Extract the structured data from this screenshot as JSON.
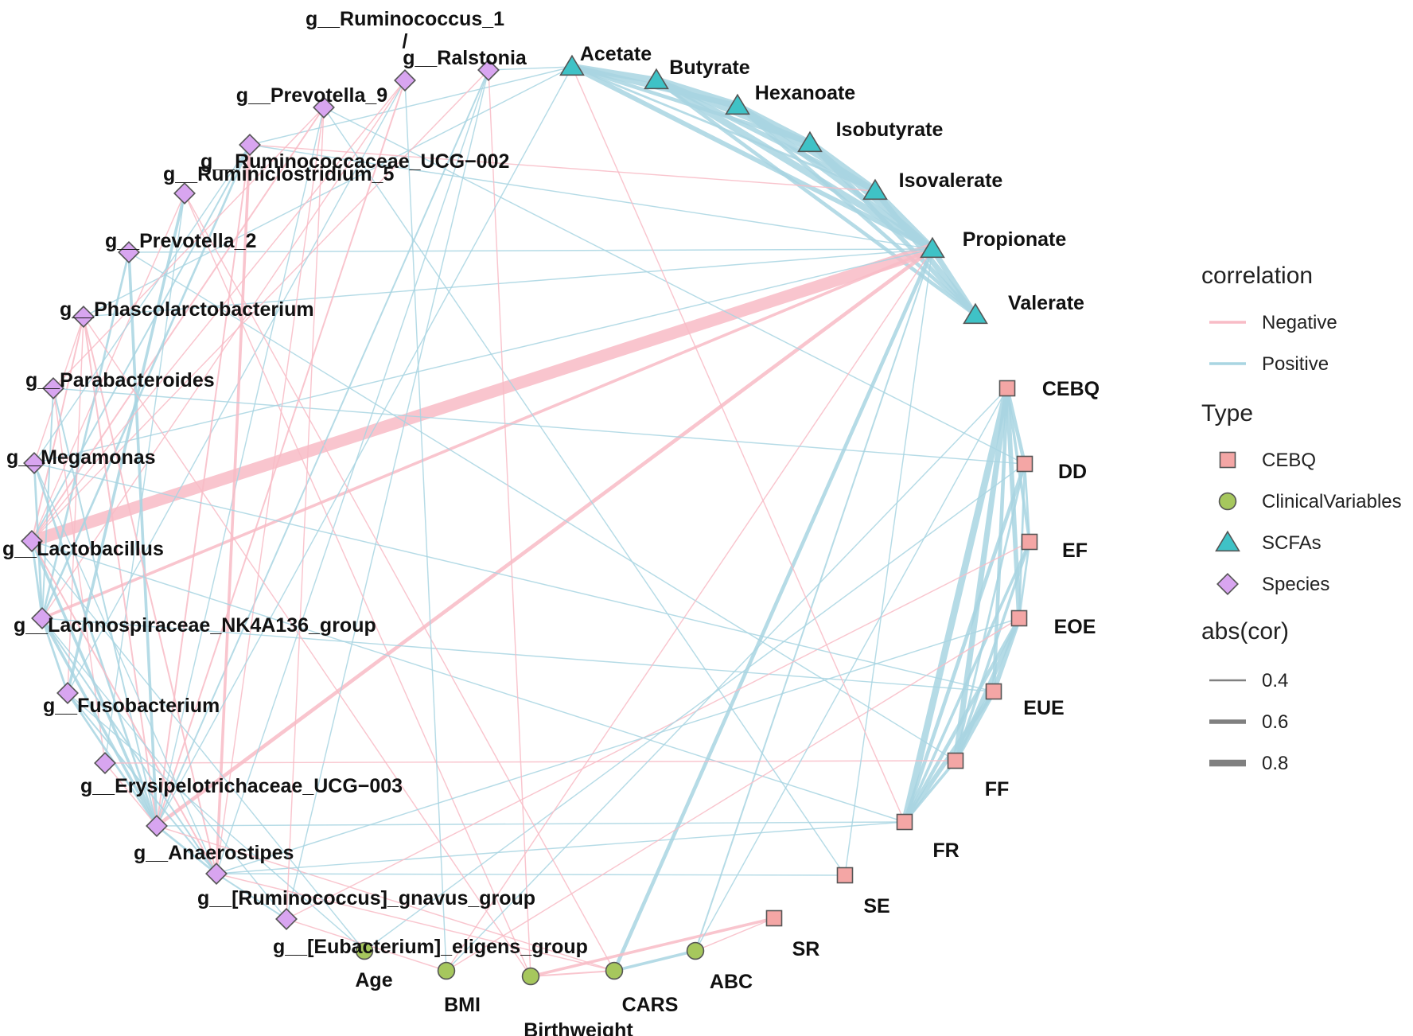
{
  "colors": {
    "negative_edge": "#f8bcc6",
    "positive_edge": "#a9d5e2",
    "node_stroke": "#555555",
    "CEBQ": "#f4a6a5",
    "ClinicalVariables": "#a6c75d",
    "SCFAs": "#3fc2c6",
    "Species": "#d8a5f0",
    "width_key": "#808080"
  },
  "legend": {
    "correlation_title": "correlation",
    "correlation_items": [
      {
        "label": "Negative",
        "sign": "neg"
      },
      {
        "label": "Positive",
        "sign": "pos"
      }
    ],
    "type_title": "Type",
    "type_items": [
      {
        "label": "CEBQ",
        "type": "CEBQ",
        "shape": "square"
      },
      {
        "label": "ClinicalVariables",
        "type": "ClinicalVariables",
        "shape": "circle"
      },
      {
        "label": "SCFAs",
        "type": "SCFAs",
        "shape": "triangle"
      },
      {
        "label": "Species",
        "type": "Species",
        "shape": "diamond"
      }
    ],
    "width_title": "abs(cor)",
    "width_items": [
      {
        "label": "0.4",
        "value": 0.4
      },
      {
        "label": "0.6",
        "value": 0.6
      },
      {
        "label": "0.8",
        "value": 0.8
      }
    ]
  },
  "nodes": [
    {
      "id": "rum1",
      "label": "g__Ruminococcus_1",
      "type": "Species",
      "label_extra": "/"
    },
    {
      "id": "ral",
      "label": "g__Ralstonia",
      "type": "Species"
    },
    {
      "id": "prev9",
      "label": "g__Prevotella_9",
      "type": "Species"
    },
    {
      "id": "rumucg",
      "label": "g__Ruminococcaceae_UCG−002",
      "type": "Species"
    },
    {
      "id": "rumin5",
      "label": "g__Ruminiclostridium_5",
      "type": "Species"
    },
    {
      "id": "prev2",
      "label": "g__Prevotella_2",
      "type": "Species"
    },
    {
      "id": "phasc",
      "label": "g__Phascolarctobacterium",
      "type": "Species"
    },
    {
      "id": "parab",
      "label": "g__Parabacteroides",
      "type": "Species"
    },
    {
      "id": "megam",
      "label": "g__Megamonas",
      "type": "Species"
    },
    {
      "id": "lacto",
      "label": "g__Lactobacillus",
      "type": "Species"
    },
    {
      "id": "lachno",
      "label": "g__Lachnospiraceae_NK4A136_group",
      "type": "Species"
    },
    {
      "id": "fuso",
      "label": "g__Fusobacterium",
      "type": "Species"
    },
    {
      "id": "erysi",
      "label": "g__Erysipelotrichaceae_UCG−003",
      "type": "Species"
    },
    {
      "id": "anaer",
      "label": "g__Anaerostipes",
      "type": "Species"
    },
    {
      "id": "gnavus",
      "label": "g__[Ruminococcus]_gnavus_group",
      "type": "Species"
    },
    {
      "id": "elig",
      "label": "g__[Eubacterium]_eligens_group",
      "type": "Species"
    },
    {
      "id": "age",
      "label": "Age",
      "type": "ClinicalVariables"
    },
    {
      "id": "bmi",
      "label": "BMI",
      "type": "ClinicalVariables"
    },
    {
      "id": "birth",
      "label": "Birthweight",
      "type": "ClinicalVariables"
    },
    {
      "id": "cars",
      "label": "CARS",
      "type": "ClinicalVariables"
    },
    {
      "id": "abc",
      "label": "ABC",
      "type": "ClinicalVariables"
    },
    {
      "id": "sr",
      "label": "SR",
      "type": "CEBQ"
    },
    {
      "id": "se",
      "label": "SE",
      "type": "CEBQ"
    },
    {
      "id": "fr",
      "label": "FR",
      "type": "CEBQ"
    },
    {
      "id": "ff",
      "label": "FF",
      "type": "CEBQ"
    },
    {
      "id": "eue",
      "label": "EUE",
      "type": "CEBQ"
    },
    {
      "id": "eoe",
      "label": "EOE",
      "type": "CEBQ"
    },
    {
      "id": "ef",
      "label": "EF",
      "type": "CEBQ"
    },
    {
      "id": "dd",
      "label": "DD",
      "type": "CEBQ"
    },
    {
      "id": "cebq",
      "label": "CEBQ",
      "type": "CEBQ"
    },
    {
      "id": "val",
      "label": "Valerate",
      "type": "SCFAs"
    },
    {
      "id": "prop",
      "label": "Propionate",
      "type": "SCFAs"
    },
    {
      "id": "isoval",
      "label": "Isovalerate",
      "type": "SCFAs"
    },
    {
      "id": "isobut",
      "label": "Isobutyrate",
      "type": "SCFAs"
    },
    {
      "id": "hex",
      "label": "Hexanoate",
      "type": "SCFAs"
    },
    {
      "id": "but",
      "label": "Butyrate",
      "type": "SCFAs"
    },
    {
      "id": "ace",
      "label": "Acetate",
      "type": "SCFAs"
    }
  ],
  "edges": [
    {
      "source": "ace",
      "target": "but",
      "sign": "pos",
      "abs_cor": 0.75
    },
    {
      "source": "ace",
      "target": "hex",
      "sign": "pos",
      "abs_cor": 0.7
    },
    {
      "source": "ace",
      "target": "isobut",
      "sign": "pos",
      "abs_cor": 0.6
    },
    {
      "source": "ace",
      "target": "prop",
      "sign": "pos",
      "abs_cor": 0.65
    },
    {
      "source": "ace",
      "target": "isoval",
      "sign": "pos",
      "abs_cor": 0.5
    },
    {
      "source": "but",
      "target": "hex",
      "sign": "pos",
      "abs_cor": 0.8
    },
    {
      "source": "but",
      "target": "isobut",
      "sign": "pos",
      "abs_cor": 0.7
    },
    {
      "source": "but",
      "target": "isoval",
      "sign": "pos",
      "abs_cor": 0.65
    },
    {
      "source": "but",
      "target": "prop",
      "sign": "pos",
      "abs_cor": 0.75
    },
    {
      "source": "but",
      "target": "val",
      "sign": "pos",
      "abs_cor": 0.6
    },
    {
      "source": "hex",
      "target": "isobut",
      "sign": "pos",
      "abs_cor": 0.75
    },
    {
      "source": "hex",
      "target": "isoval",
      "sign": "pos",
      "abs_cor": 0.7
    },
    {
      "source": "hex",
      "target": "prop",
      "sign": "pos",
      "abs_cor": 0.7
    },
    {
      "source": "hex",
      "target": "val",
      "sign": "pos",
      "abs_cor": 0.6
    },
    {
      "source": "isobut",
      "target": "isoval",
      "sign": "pos",
      "abs_cor": 0.8
    },
    {
      "source": "isobut",
      "target": "prop",
      "sign": "pos",
      "abs_cor": 0.7
    },
    {
      "source": "isobut",
      "target": "val",
      "sign": "pos",
      "abs_cor": 0.65
    },
    {
      "source": "isoval",
      "target": "prop",
      "sign": "pos",
      "abs_cor": 0.75
    },
    {
      "source": "isoval",
      "target": "val",
      "sign": "pos",
      "abs_cor": 0.7
    },
    {
      "source": "prop",
      "target": "val",
      "sign": "pos",
      "abs_cor": 0.7
    },
    {
      "source": "cebq",
      "target": "dd",
      "sign": "pos",
      "abs_cor": 0.6
    },
    {
      "source": "cebq",
      "target": "ef",
      "sign": "pos",
      "abs_cor": 0.55
    },
    {
      "source": "cebq",
      "target": "eoe",
      "sign": "pos",
      "abs_cor": 0.65
    },
    {
      "source": "cebq",
      "target": "eue",
      "sign": "pos",
      "abs_cor": 0.6
    },
    {
      "source": "cebq",
      "target": "ff",
      "sign": "pos",
      "abs_cor": 0.7
    },
    {
      "source": "cebq",
      "target": "fr",
      "sign": "pos",
      "abs_cor": 0.75
    },
    {
      "source": "dd",
      "target": "ef",
      "sign": "pos",
      "abs_cor": 0.5
    },
    {
      "source": "dd",
      "target": "eoe",
      "sign": "pos",
      "abs_cor": 0.5
    },
    {
      "source": "dd",
      "target": "fr",
      "sign": "pos",
      "abs_cor": 0.6
    },
    {
      "source": "dd",
      "target": "ff",
      "sign": "pos",
      "abs_cor": 0.5
    },
    {
      "source": "ef",
      "target": "eoe",
      "sign": "pos",
      "abs_cor": 0.5
    },
    {
      "source": "ef",
      "target": "ff",
      "sign": "pos",
      "abs_cor": 0.55
    },
    {
      "source": "ef",
      "target": "fr",
      "sign": "pos",
      "abs_cor": 0.55
    },
    {
      "source": "eoe",
      "target": "eue",
      "sign": "pos",
      "abs_cor": 0.65
    },
    {
      "source": "eoe",
      "target": "ff",
      "sign": "pos",
      "abs_cor": 0.65
    },
    {
      "source": "eoe",
      "target": "fr",
      "sign": "pos",
      "abs_cor": 0.6
    },
    {
      "source": "eue",
      "target": "ff",
      "sign": "pos",
      "abs_cor": 0.65
    },
    {
      "source": "eue",
      "target": "fr",
      "sign": "pos",
      "abs_cor": 0.65
    },
    {
      "source": "ff",
      "target": "fr",
      "sign": "pos",
      "abs_cor": 0.55
    },
    {
      "source": "lacto",
      "target": "prop",
      "sign": "neg",
      "abs_cor": 0.95
    },
    {
      "source": "lachno",
      "target": "prop",
      "sign": "neg",
      "abs_cor": 0.55
    },
    {
      "source": "anaer",
      "target": "prop",
      "sign": "neg",
      "abs_cor": 0.6
    },
    {
      "source": "cars",
      "target": "prop",
      "sign": "pos",
      "abs_cor": 0.6
    },
    {
      "source": "abc",
      "target": "prop",
      "sign": "pos",
      "abs_cor": 0.45
    },
    {
      "source": "megam",
      "target": "prop",
      "sign": "pos",
      "abs_cor": 0.4
    },
    {
      "source": "phasc",
      "target": "prop",
      "sign": "pos",
      "abs_cor": 0.4
    },
    {
      "source": "phasc",
      "target": "ace",
      "sign": "pos",
      "abs_cor": 0.4
    },
    {
      "source": "rumucg",
      "target": "ace",
      "sign": "pos",
      "abs_cor": 0.4
    },
    {
      "source": "rumucg",
      "target": "isoval",
      "sign": "neg",
      "abs_cor": 0.4
    },
    {
      "source": "rumucg",
      "target": "prop",
      "sign": "pos",
      "abs_cor": 0.4
    },
    {
      "source": "prev9",
      "target": "dd",
      "sign": "pos",
      "abs_cor": 0.4
    },
    {
      "source": "prev2",
      "target": "prop",
      "sign": "pos",
      "abs_cor": 0.4
    },
    {
      "source": "prev2",
      "target": "ff",
      "sign": "pos",
      "abs_cor": 0.4
    },
    {
      "source": "ral",
      "target": "ace",
      "sign": "pos",
      "abs_cor": 0.4
    },
    {
      "source": "ral",
      "target": "anaer",
      "sign": "pos",
      "abs_cor": 0.45
    },
    {
      "source": "ral",
      "target": "gnavus",
      "sign": "pos",
      "abs_cor": 0.4
    },
    {
      "source": "ral",
      "target": "elig",
      "sign": "pos",
      "abs_cor": 0.4
    },
    {
      "source": "ral",
      "target": "lacto",
      "sign": "neg",
      "abs_cor": 0.4
    },
    {
      "source": "rum1",
      "target": "lachno",
      "sign": "neg",
      "abs_cor": 0.4
    },
    {
      "source": "rum1",
      "target": "anaer",
      "sign": "neg",
      "abs_cor": 0.45
    },
    {
      "source": "rum1",
      "target": "fuso",
      "sign": "pos",
      "abs_cor": 0.4
    },
    {
      "source": "prev9",
      "target": "lacto",
      "sign": "neg",
      "abs_cor": 0.45
    },
    {
      "source": "prev9",
      "target": "anaer",
      "sign": "pos",
      "abs_cor": 0.4
    },
    {
      "source": "prev9",
      "target": "gnavus",
      "sign": "neg",
      "abs_cor": 0.4
    },
    {
      "source": "rumucg",
      "target": "lacto",
      "sign": "pos",
      "abs_cor": 0.45
    },
    {
      "source": "rumucg",
      "target": "lachno",
      "sign": "pos",
      "abs_cor": 0.5
    },
    {
      "source": "rumucg",
      "target": "gnavus",
      "sign": "neg",
      "abs_cor": 0.55
    },
    {
      "source": "rumucg",
      "target": "anaer",
      "sign": "neg",
      "abs_cor": 0.45
    },
    {
      "source": "rumin5",
      "target": "fuso",
      "sign": "pos",
      "abs_cor": 0.55
    },
    {
      "source": "rumin5",
      "target": "lacto",
      "sign": "neg",
      "abs_cor": 0.4
    },
    {
      "source": "rumin5",
      "target": "erysi",
      "sign": "pos",
      "abs_cor": 0.4
    },
    {
      "source": "rumin5",
      "target": "birth",
      "sign": "neg",
      "abs_cor": 0.4
    },
    {
      "source": "prev2",
      "target": "anaer",
      "sign": "pos",
      "abs_cor": 0.55
    },
    {
      "source": "prev2",
      "target": "lachno",
      "sign": "pos",
      "abs_cor": 0.5
    },
    {
      "source": "phasc",
      "target": "lacto",
      "sign": "neg",
      "abs_cor": 0.45
    },
    {
      "source": "phasc",
      "target": "megam",
      "sign": "neg",
      "abs_cor": 0.4
    },
    {
      "source": "phasc",
      "target": "anaer",
      "sign": "neg",
      "abs_cor": 0.45
    },
    {
      "source": "phasc",
      "target": "gnavus",
      "sign": "neg",
      "abs_cor": 0.45
    },
    {
      "source": "phasc",
      "target": "fuso",
      "sign": "neg",
      "abs_cor": 0.4
    },
    {
      "source": "parab",
      "target": "lachno",
      "sign": "pos",
      "abs_cor": 0.45
    },
    {
      "source": "parab",
      "target": "anaer",
      "sign": "pos",
      "abs_cor": 0.45
    },
    {
      "source": "parab",
      "target": "erysi",
      "sign": "neg",
      "abs_cor": 0.4
    },
    {
      "source": "megam",
      "target": "lachno",
      "sign": "pos",
      "abs_cor": 0.5
    },
    {
      "source": "megam",
      "target": "anaer",
      "sign": "pos",
      "abs_cor": 0.5
    },
    {
      "source": "megam",
      "target": "gnavus",
      "sign": "pos",
      "abs_cor": 0.4
    },
    {
      "source": "lacto",
      "target": "lachno",
      "sign": "pos",
      "abs_cor": 0.5
    },
    {
      "source": "lacto",
      "target": "anaer",
      "sign": "pos",
      "abs_cor": 0.55
    },
    {
      "source": "lacto",
      "target": "gnavus",
      "sign": "neg",
      "abs_cor": 0.45
    },
    {
      "source": "lacto",
      "target": "fr",
      "sign": "pos",
      "abs_cor": 0.4
    },
    {
      "source": "lachno",
      "target": "fuso",
      "sign": "pos",
      "abs_cor": 0.5
    },
    {
      "source": "lachno",
      "target": "anaer",
      "sign": "pos",
      "abs_cor": 0.55
    },
    {
      "source": "lachno",
      "target": "gnavus",
      "sign": "pos",
      "abs_cor": 0.45
    },
    {
      "source": "lachno",
      "target": "eue",
      "sign": "pos",
      "abs_cor": 0.4
    },
    {
      "source": "lachno",
      "target": "elig",
      "sign": "pos",
      "abs_cor": 0.4
    },
    {
      "source": "fuso",
      "target": "anaer",
      "sign": "pos",
      "abs_cor": 0.5
    },
    {
      "source": "fuso",
      "target": "gnavus",
      "sign": "pos",
      "abs_cor": 0.45
    },
    {
      "source": "fuso",
      "target": "age",
      "sign": "pos",
      "abs_cor": 0.4
    },
    {
      "source": "erysi",
      "target": "anaer",
      "sign": "neg",
      "abs_cor": 0.4
    },
    {
      "source": "erysi",
      "target": "ff",
      "sign": "neg",
      "abs_cor": 0.4
    },
    {
      "source": "anaer",
      "target": "gnavus",
      "sign": "pos",
      "abs_cor": 0.5
    },
    {
      "source": "anaer",
      "target": "cars",
      "sign": "neg",
      "abs_cor": 0.4
    },
    {
      "source": "anaer",
      "target": "fr",
      "sign": "pos",
      "abs_cor": 0.4
    },
    {
      "source": "gnavus",
      "target": "elig",
      "sign": "pos",
      "abs_cor": 0.45
    },
    {
      "source": "gnavus",
      "target": "fr",
      "sign": "pos",
      "abs_cor": 0.4
    },
    {
      "source": "gnavus",
      "target": "se",
      "sign": "pos",
      "abs_cor": 0.4
    },
    {
      "source": "elig",
      "target": "ef",
      "sign": "neg",
      "abs_cor": 0.4
    },
    {
      "source": "elig",
      "target": "bmi",
      "sign": "neg",
      "abs_cor": 0.4
    },
    {
      "source": "age",
      "target": "dd",
      "sign": "pos",
      "abs_cor": 0.4
    },
    {
      "source": "bmi",
      "target": "eoe",
      "sign": "neg",
      "abs_cor": 0.4
    },
    {
      "source": "bmi",
      "target": "cebq",
      "sign": "pos",
      "abs_cor": 0.4
    },
    {
      "source": "bmi",
      "target": "prop",
      "sign": "neg",
      "abs_cor": 0.4
    },
    {
      "source": "birth",
      "target": "sr",
      "sign": "neg",
      "abs_cor": 0.55
    },
    {
      "source": "birth",
      "target": "cars",
      "sign": "neg",
      "abs_cor": 0.45
    },
    {
      "source": "birth",
      "target": "phasc",
      "sign": "neg",
      "abs_cor": 0.4
    },
    {
      "source": "cars",
      "target": "abc",
      "sign": "pos",
      "abs_cor": 0.55
    },
    {
      "source": "cars",
      "target": "gnavus",
      "sign": "neg",
      "abs_cor": 0.4
    },
    {
      "source": "cars",
      "target": "rumin5",
      "sign": "neg",
      "abs_cor": 0.4
    },
    {
      "source": "abc",
      "target": "sr",
      "sign": "neg",
      "abs_cor": 0.4
    },
    {
      "source": "abc",
      "target": "cebq",
      "sign": "pos",
      "abs_cor": 0.4
    },
    {
      "source": "se",
      "target": "prop",
      "sign": "pos",
      "abs_cor": 0.4
    },
    {
      "source": "fr",
      "target": "ace",
      "sign": "neg",
      "abs_cor": 0.4
    },
    {
      "source": "eoe",
      "target": "gnavus",
      "sign": "pos",
      "abs_cor": 0.4
    },
    {
      "source": "megam",
      "target": "eue",
      "sign": "pos",
      "abs_cor": 0.4
    },
    {
      "source": "parab",
      "target": "dd",
      "sign": "pos",
      "abs_cor": 0.4
    },
    {
      "source": "prev9",
      "target": "se",
      "sign": "pos",
      "abs_cor": 0.4
    },
    {
      "source": "rum1",
      "target": "bmi",
      "sign": "pos",
      "abs_cor": 0.4
    },
    {
      "source": "ral",
      "target": "birth",
      "sign": "neg",
      "abs_cor": 0.4
    },
    {
      "source": "age",
      "target": "lacto",
      "sign": "pos",
      "abs_cor": 0.4
    },
    {
      "source": "megam",
      "target": "rumucg",
      "sign": "pos",
      "abs_cor": 0.4
    },
    {
      "source": "parab",
      "target": "prev9",
      "sign": "neg",
      "abs_cor": 0.4
    },
    {
      "source": "lacto",
      "target": "rum1",
      "sign": "neg",
      "abs_cor": 0.4
    },
    {
      "source": "elig",
      "target": "prev9",
      "sign": "neg",
      "abs_cor": 0.4
    },
    {
      "source": "anaer",
      "target": "ace",
      "sign": "pos",
      "abs_cor": 0.4
    }
  ]
}
